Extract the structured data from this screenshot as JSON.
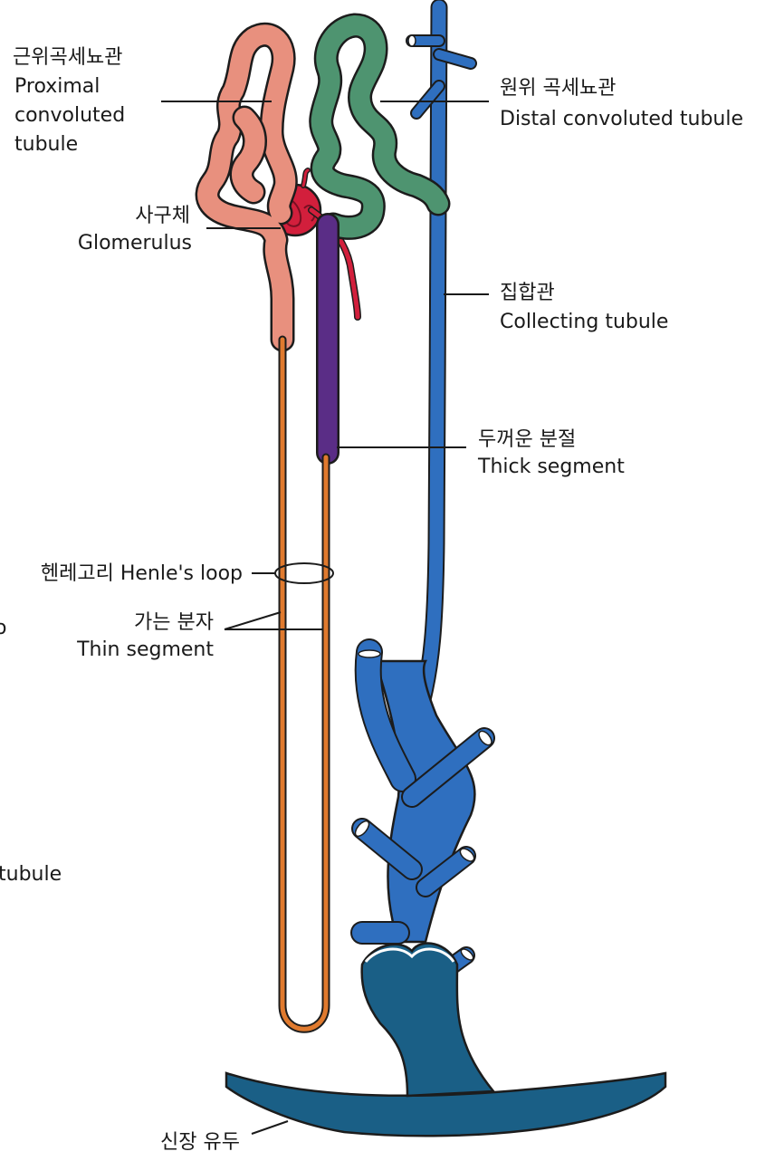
{
  "labels": {
    "proximal": {
      "ko": "근위곡세뇨관",
      "en1": "Proximal",
      "en2": "convoluted",
      "en3": "tubule"
    },
    "distal": {
      "ko": "원위 곡세뇨관",
      "en": "Distal convoluted tubule"
    },
    "glomerulus": {
      "ko": "사구체",
      "en": "Glomerulus"
    },
    "collecting": {
      "ko": "집합관",
      "en": "Collecting tubule"
    },
    "thick": {
      "ko": "두꺼운 분절",
      "en": "Thick segment"
    },
    "henle": {
      "text": "헨레고리 Henle's loop"
    },
    "thin": {
      "ko": "가는 분자",
      "en": "Thin segment"
    },
    "pelvis": {
      "ko": "신장 유두"
    },
    "cut_left_1": {
      "text": "o"
    },
    "cut_left_2": {
      "text": "tubule"
    }
  },
  "colors": {
    "proximal": "#e8907e",
    "distal": "#4e9470",
    "glomerulus": "#d21f3c",
    "thick": "#5a2d86",
    "thin": "#e07a2e",
    "collecting": "#2f6fbf",
    "papilla": "#1a5f86",
    "outline": "#1c1c1c"
  }
}
